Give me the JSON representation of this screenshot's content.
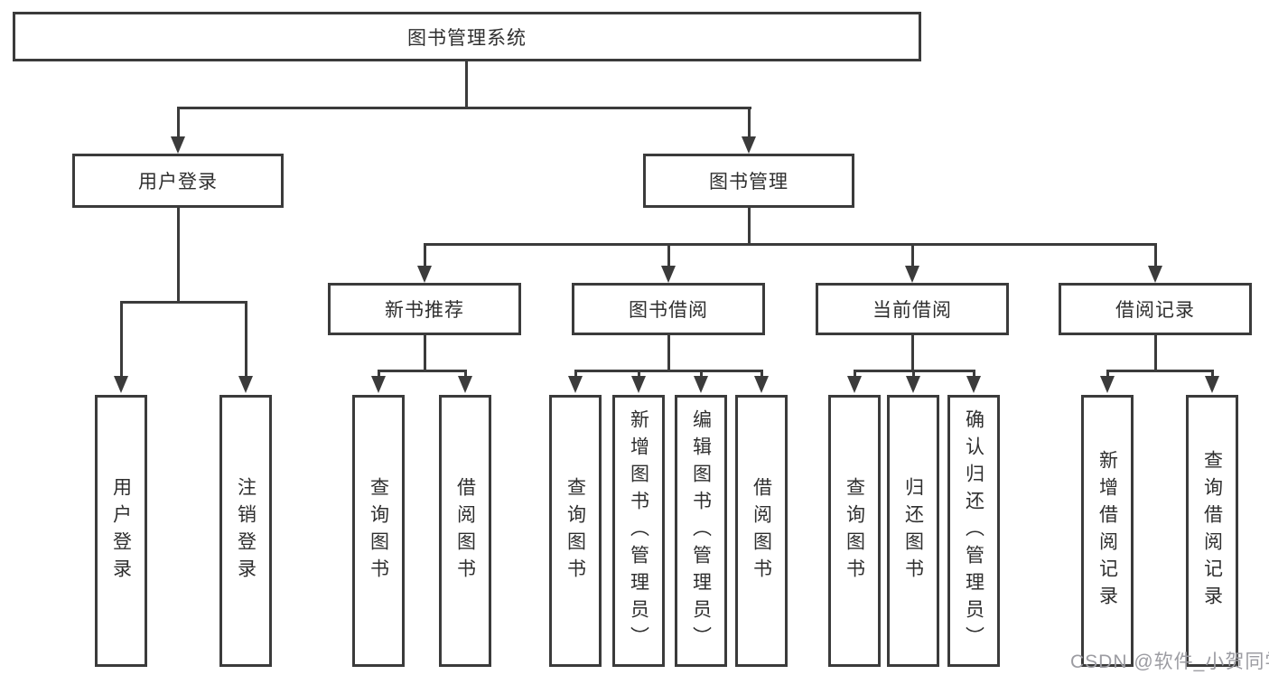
{
  "diagram": {
    "title": "图书管理系统",
    "branches": [
      {
        "label": "用户登录",
        "children": [
          {
            "label": "用户登录"
          },
          {
            "label": "注销登录"
          }
        ]
      },
      {
        "label": "图书管理",
        "children": [
          {
            "label": "新书推荐",
            "children": [
              {
                "label": "查询图书"
              },
              {
                "label": "借阅图书"
              }
            ]
          },
          {
            "label": "图书借阅",
            "children": [
              {
                "label": "查询图书"
              },
              {
                "label": "新增图书（管理员）"
              },
              {
                "label": "编辑图书（管理员）"
              },
              {
                "label": "借阅图书"
              }
            ]
          },
          {
            "label": "当前借阅",
            "children": [
              {
                "label": "查询图书"
              },
              {
                "label": "归还图书"
              },
              {
                "label": "确认归还（管理员）"
              }
            ]
          },
          {
            "label": "借阅记录",
            "children": [
              {
                "label": "新增借阅记录"
              },
              {
                "label": "查询借阅记录"
              }
            ]
          }
        ]
      }
    ]
  },
  "watermark": {
    "text": "CSDN @软件_小贺同学"
  },
  "colors": {
    "line": "#3b3b3b",
    "border": "#3b3b3b",
    "background": "#ffffff",
    "text": "#2f2f2f",
    "watermark": "#9c9ca2"
  }
}
